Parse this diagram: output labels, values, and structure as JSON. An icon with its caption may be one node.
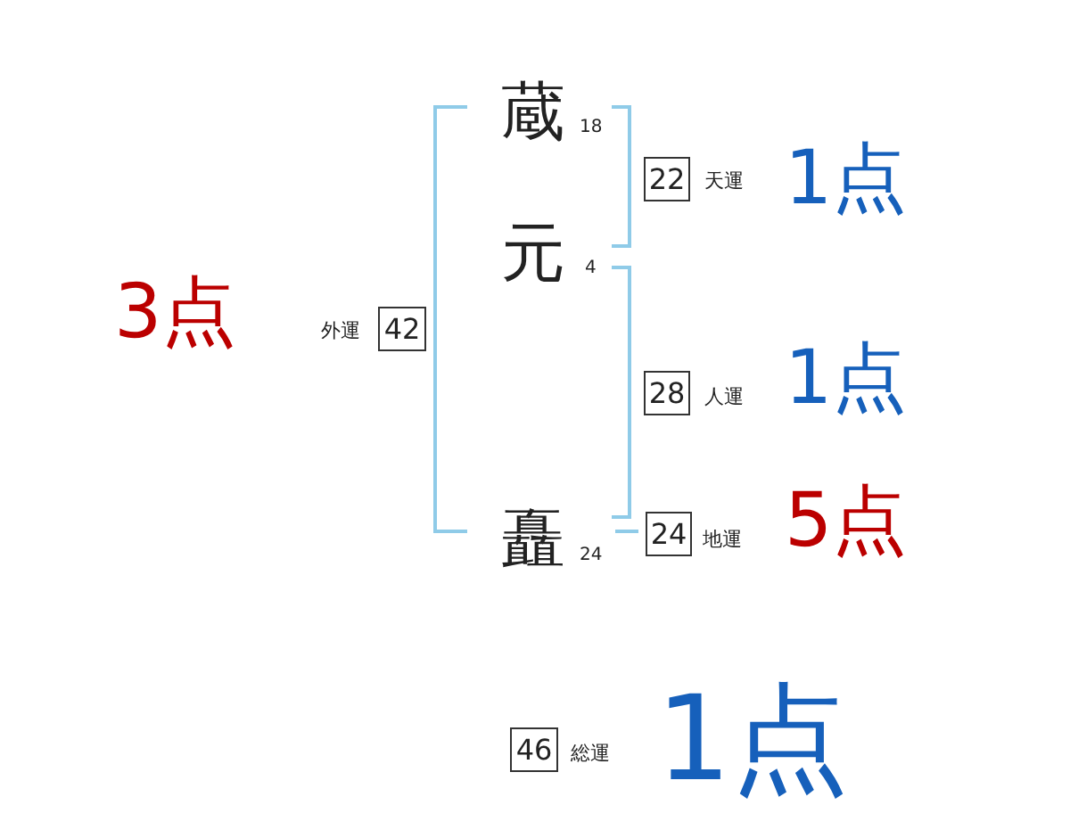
{
  "diagram": {
    "nodes": [
      {
        "text": [
          "22"
        ],
        "beside": [
          "天運"
        ]
      },
      {
        "text": [
          "42"
        ],
        "beside": [
          "外運"
        ]
      },
      {
        "text": [
          "28"
        ],
        "beside": [
          "人運"
        ]
      },
      {
        "text": [
          "24"
        ],
        "beside": [
          "地運"
        ]
      },
      {
        "text": [
          "46"
        ],
        "beside": [
          "総運"
        ]
      }
    ],
    "labels": [
      "蔵",
      "18",
      "1点",
      "元",
      "4",
      "3点",
      "1点",
      "5点",
      "矗",
      "24",
      "1点"
    ]
  }
}
